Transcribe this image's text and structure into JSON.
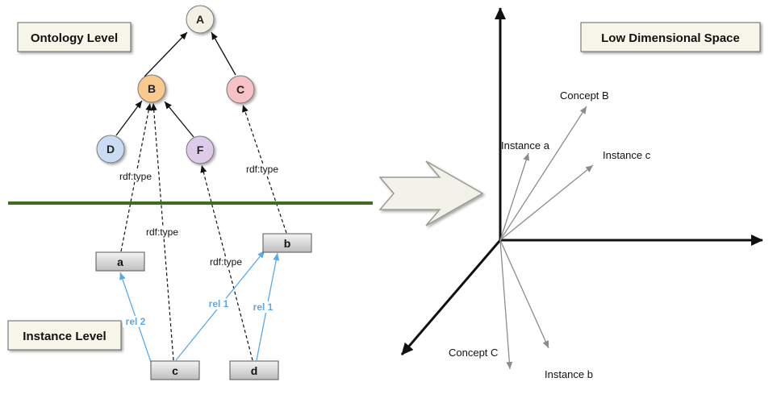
{
  "left": {
    "ontology_title": "Ontology Level",
    "instance_title": "Instance Level",
    "concepts": [
      {
        "id": "A",
        "label": "A",
        "color": "#f4f1e4"
      },
      {
        "id": "B",
        "label": "B",
        "color": "#f9c98e"
      },
      {
        "id": "C",
        "label": "C",
        "color": "#f6c2c8"
      },
      {
        "id": "D",
        "label": "D",
        "color": "#c9dcf4"
      },
      {
        "id": "F",
        "label": "F",
        "color": "#dccbe9"
      }
    ],
    "instances": [
      {
        "id": "a",
        "label": "a"
      },
      {
        "id": "b",
        "label": "b"
      },
      {
        "id": "c",
        "label": "c"
      },
      {
        "id": "d",
        "label": "d"
      }
    ],
    "type_labels": [
      "rdf:type",
      "rdf:type",
      "rdf:type",
      "rdf:type"
    ],
    "rel_labels": [
      "rel 2",
      "rel 1",
      "rel 1"
    ]
  },
  "right": {
    "title": "Low Dimensional Space",
    "vectors": [
      "Concept B",
      "Instance a",
      "Instance c",
      "Concept C",
      "Instance b"
    ]
  },
  "colors": {
    "separator": "#3d6b1f",
    "relation": "#5aa9e6",
    "box_fill": "#f7f6ea",
    "vector": "#8c8c8c"
  }
}
